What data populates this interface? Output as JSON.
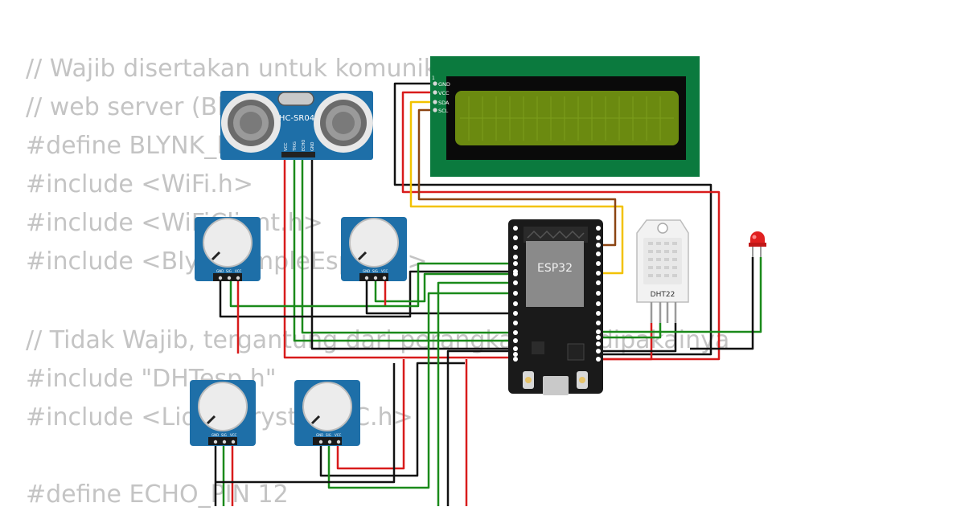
{
  "code_lines": [
    "// Wajib disertakan untuk komunikasi",
    "// web server (Blynk)",
    "#define BLYNK_PRINT Serial",
    "#include <WiFi.h>",
    "#include <WiFiClient.h>",
    "#include <BlynkSimpleEsp32.h>",
    "",
    "// Tidak Wajib, tergantung dari perangkat yang dipakainya",
    "#include \"DHTesp.h\"",
    "#include <LiquidCrystal_I2C.h>",
    "",
    "#define ECHO_PIN 12"
  ],
  "components": {
    "ultrasonic": {
      "model": "HC-SR04",
      "pins": [
        "VCC",
        "TRIG",
        "ECHO",
        "GND"
      ]
    },
    "lcd": {
      "pin_number": "1",
      "pins": [
        "GND",
        "VCC",
        "SDA",
        "SCL"
      ]
    },
    "mcu": {
      "label": "ESP32"
    },
    "sensor": {
      "label": "DHT22"
    },
    "potentiometers": [
      {
        "pins": [
          "GND",
          "SIG",
          "VCC"
        ]
      },
      {
        "pins": [
          "GND",
          "SIG",
          "VCC"
        ]
      },
      {
        "pins": [
          "GND",
          "SIG",
          "VCC"
        ]
      },
      {
        "pins": [
          "GND",
          "SIG",
          "VCC"
        ]
      }
    ]
  },
  "colors": {
    "wire_red": "#d81b1b",
    "wire_black": "#111111",
    "wire_green": "#1a8a1a",
    "wire_yellow": "#f2c200",
    "wire_brown": "#8b4513",
    "pcb_blue": "#1e6fa8",
    "lcd_green": "#0b7a3e",
    "lcd_screen": "#6b8a10",
    "led_red": "#e02020",
    "code_text": "#c4c4c4"
  }
}
